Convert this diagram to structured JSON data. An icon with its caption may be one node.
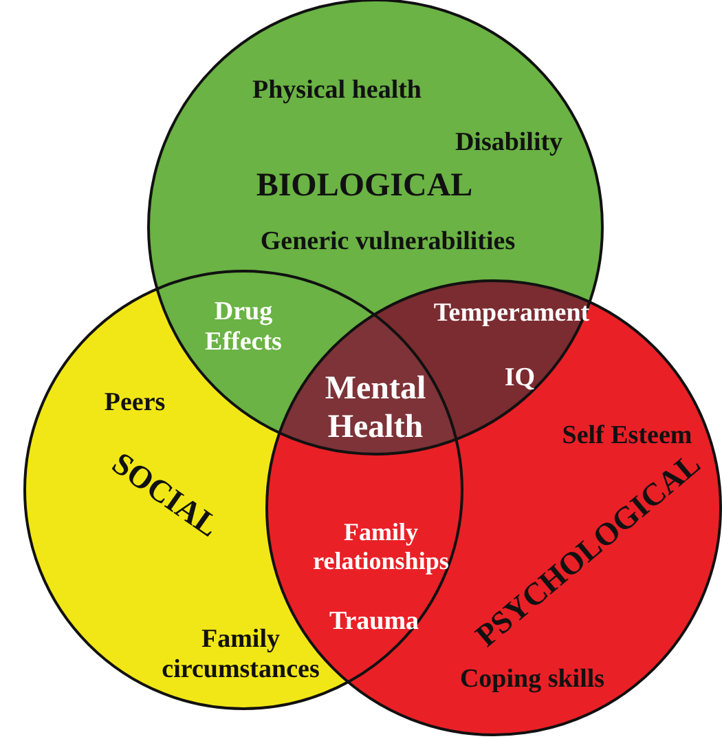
{
  "diagram": {
    "nodes": [
      {
        "text": [
          "Physical health",
          "Disability",
          "BIOLOGICAL",
          "Generic vulnerabilities"
        ]
      },
      {
        "text": [
          "Peers",
          "SOCIAL",
          "Family circumstances"
        ]
      },
      {
        "text": [
          "Self Esteem",
          "PSYCHOLOGICAL",
          "Coping skills"
        ]
      },
      {
        "text": [
          "Drug Effects"
        ]
      },
      {
        "text": [
          "Temperament",
          "IQ"
        ]
      },
      {
        "text": [
          "Mental Health"
        ]
      },
      {
        "text": [
          "Family relationships",
          "Trauma"
        ]
      }
    ],
    "edges": []
  }
}
